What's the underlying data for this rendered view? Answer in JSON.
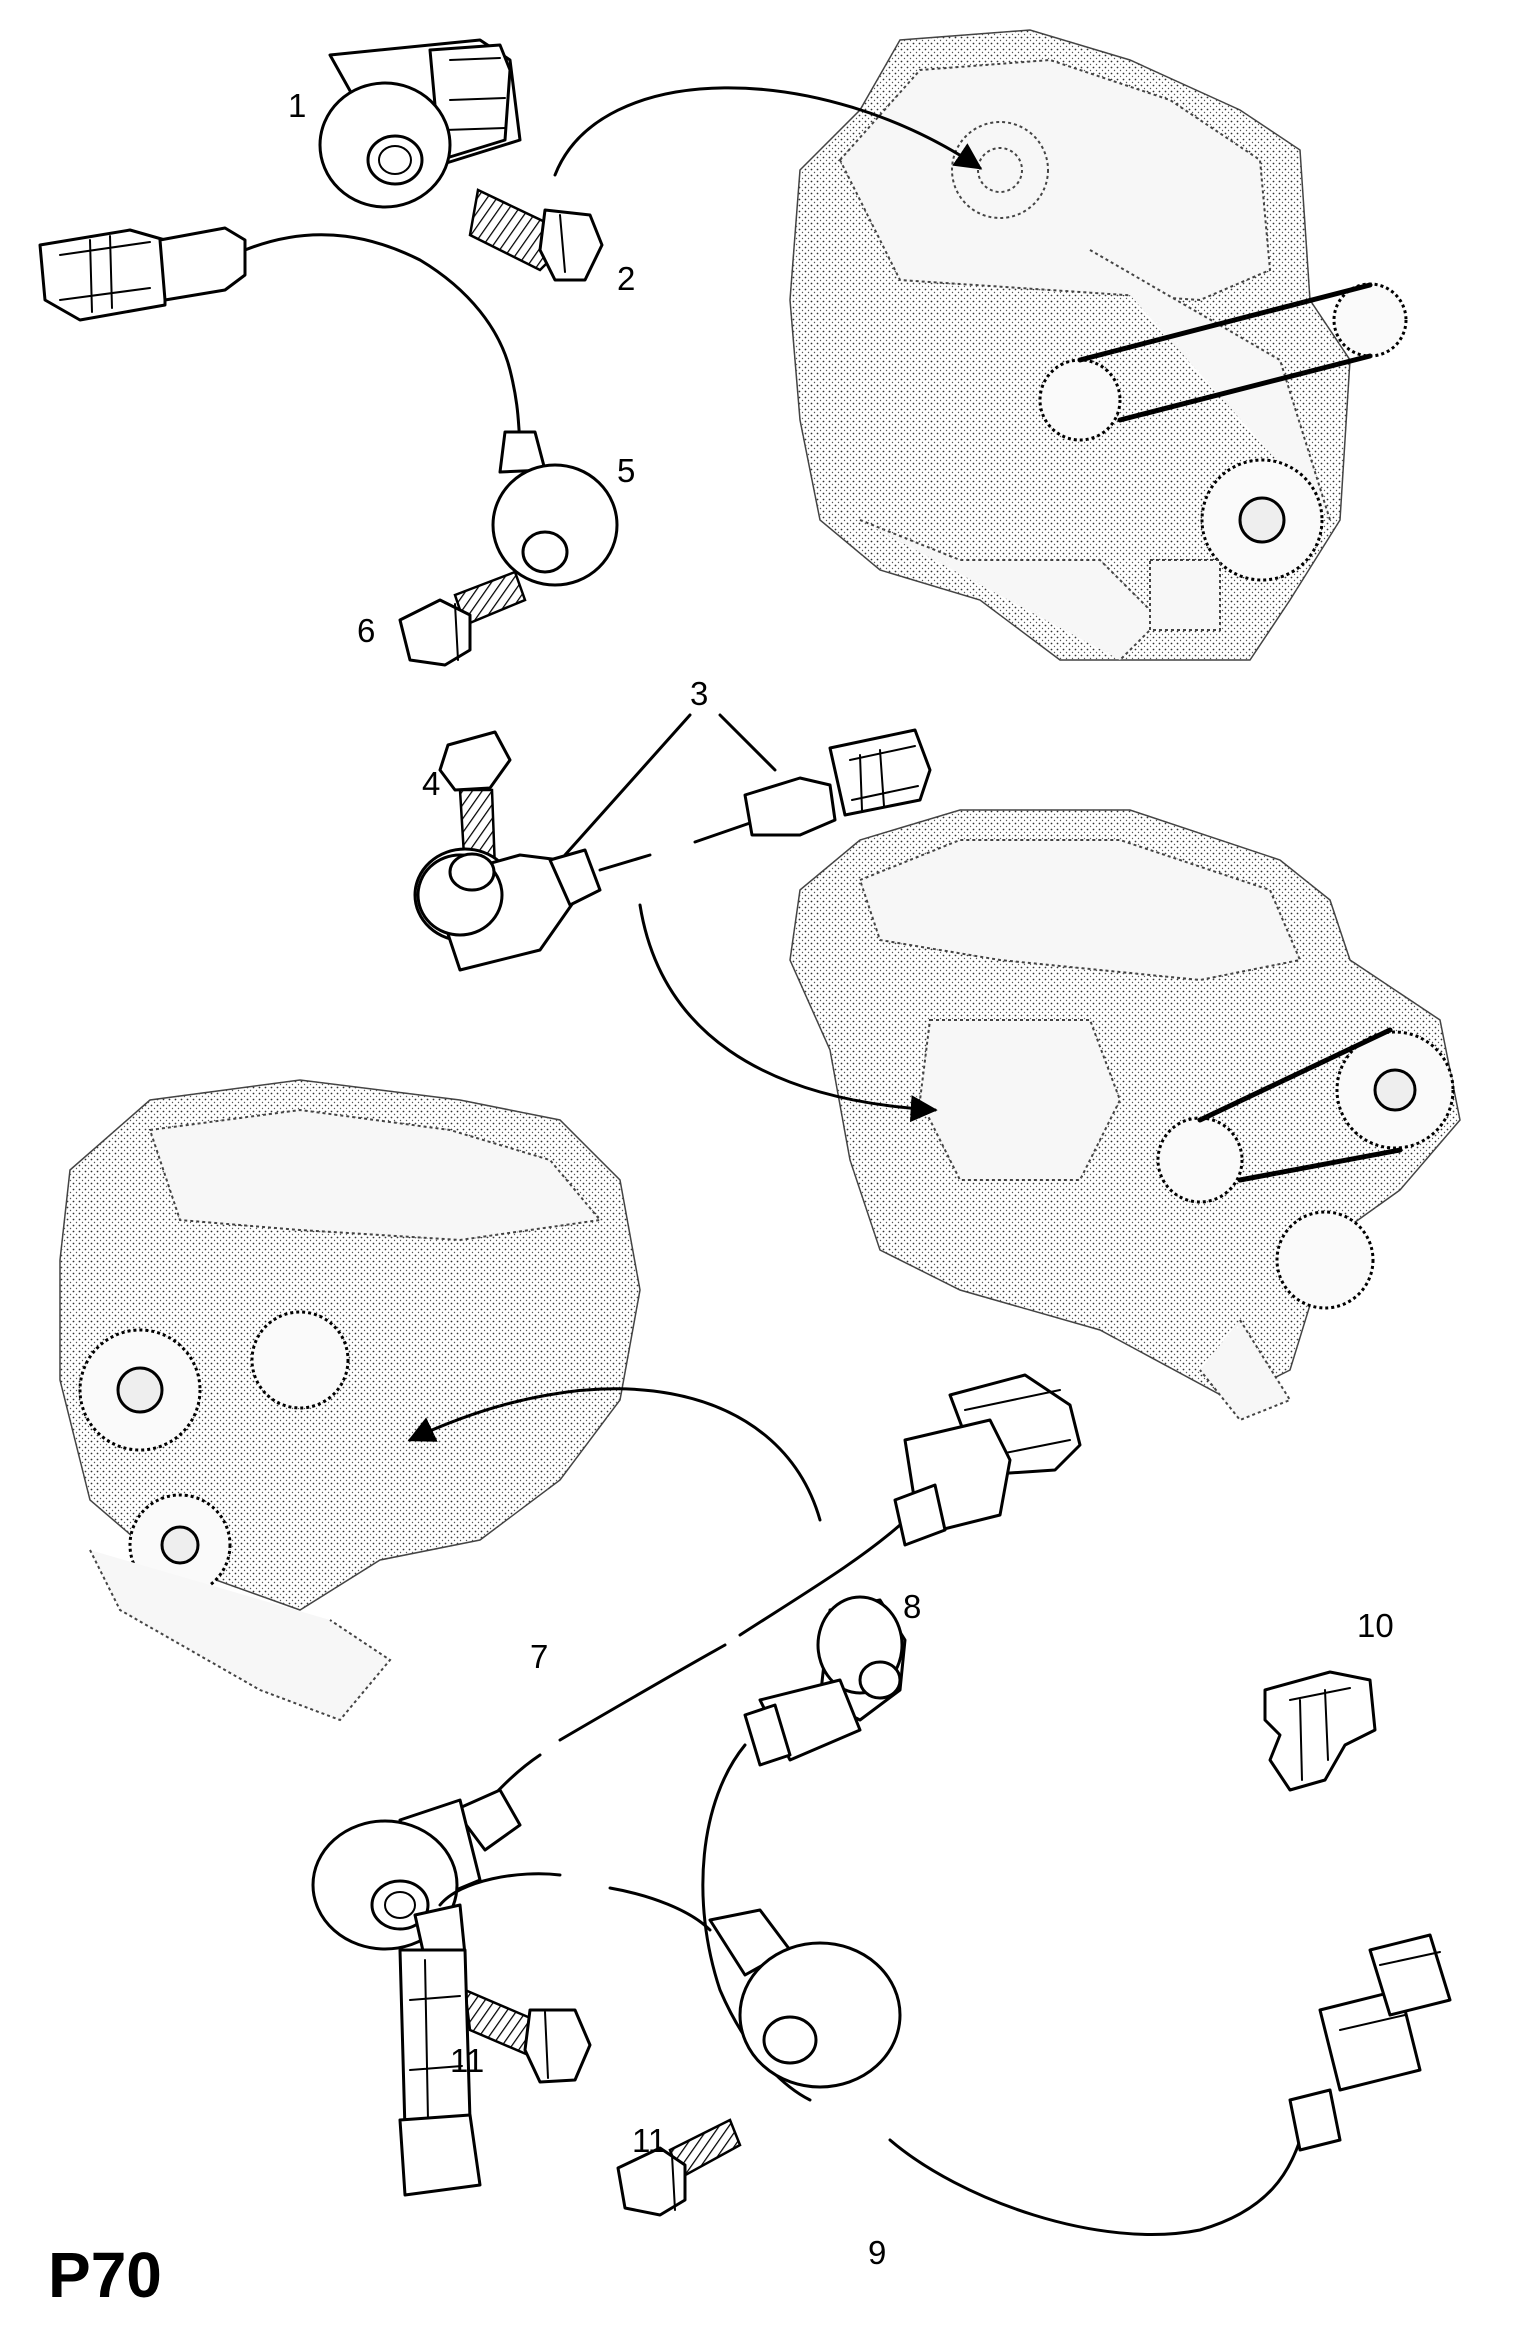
{
  "figure": {
    "page_id": "P70",
    "callouts": [
      "1",
      "2",
      "3",
      "4",
      "5",
      "6",
      "7",
      "8",
      "9",
      "10",
      "11",
      "11"
    ]
  }
}
